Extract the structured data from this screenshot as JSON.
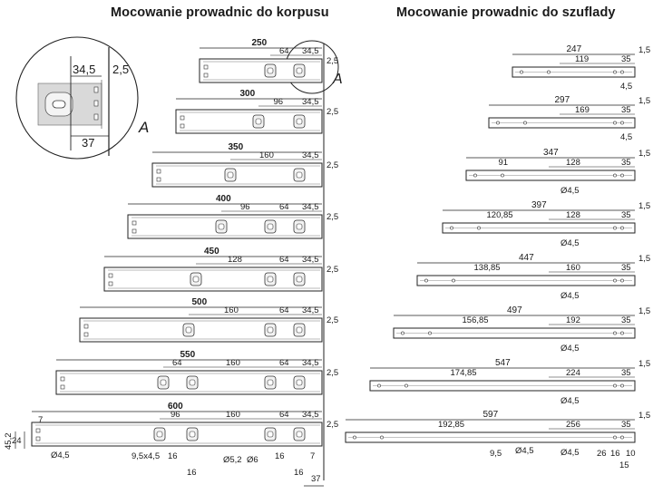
{
  "titles": {
    "left": "Mocowanie prowadnic do korpusu",
    "right": "Mocowanie prowadnic do szuflady"
  },
  "detail": {
    "label": "A",
    "dim_top": "34,5",
    "dim_right": "2,5",
    "dim_bottom": "37"
  },
  "body_mount": {
    "common_right": "34,5",
    "side_offset": "2,5",
    "rails": [
      {
        "length": "250",
        "dims": [
          "64"
        ]
      },
      {
        "length": "300",
        "dims": [
          "96"
        ]
      },
      {
        "length": "350",
        "dims": [
          "160"
        ]
      },
      {
        "length": "400",
        "dims": [
          "96",
          "64"
        ]
      },
      {
        "length": "450",
        "dims": [
          "128",
          "64"
        ]
      },
      {
        "length": "500",
        "dims": [
          "160",
          "64"
        ]
      },
      {
        "length": "550",
        "dims": [
          "64",
          "160",
          "64"
        ]
      },
      {
        "length": "600",
        "dims": [
          "96",
          "160",
          "64"
        ]
      }
    ],
    "bottom_labels": {
      "h1": "45,2",
      "h2": "24",
      "offset": "7",
      "hole": "Ø4,5",
      "slot": "9,5x4,5",
      "d16a": "16",
      "d16b": "16",
      "d52": "Ø5,2",
      "d6": "Ø6",
      "d16c": "16",
      "d7": "7",
      "d16d": "16",
      "d37": "37"
    }
  },
  "drawer_mount": {
    "right_dim": "35",
    "side_value": "1,5",
    "rails": [
      {
        "total": "247",
        "inner": "119",
        "extra": "4,5"
      },
      {
        "total": "297",
        "inner": "169",
        "extra": "4,5"
      },
      {
        "total": "347",
        "left": "91",
        "inner": "128",
        "hole": "Ø4,5"
      },
      {
        "total": "397",
        "left": "120,85",
        "inner": "128",
        "hole": "Ø4,5"
      },
      {
        "total": "447",
        "left": "138,85",
        "inner": "160",
        "hole": "Ø4,5"
      },
      {
        "total": "497",
        "left": "156,85",
        "inner": "192",
        "hole": "Ø4,5"
      },
      {
        "total": "547",
        "left": "174,85",
        "inner": "224",
        "hole": "Ø4,5"
      },
      {
        "total": "597",
        "left": "192,85",
        "inner": "256",
        "hole": "Ø4,5"
      }
    ],
    "bottom_labels": {
      "d95": "9,5",
      "hole": "Ø4,5",
      "d26": "26",
      "d16": "16",
      "d10": "10",
      "d15": "15"
    }
  }
}
